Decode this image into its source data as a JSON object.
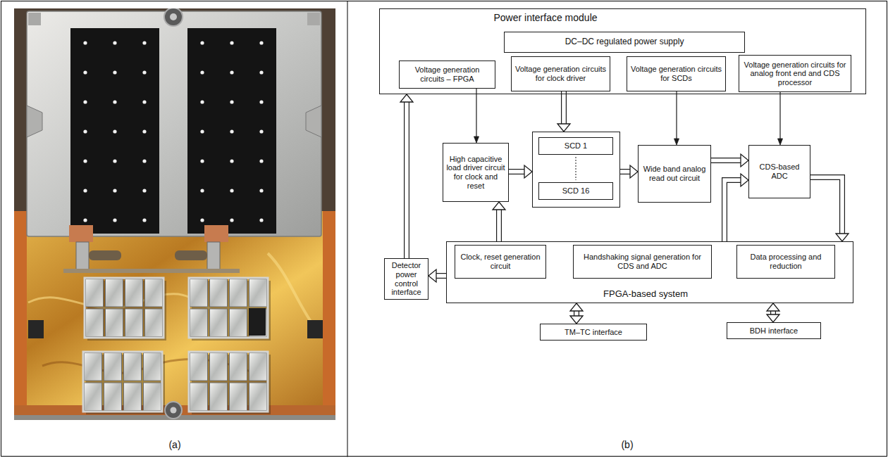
{
  "diagram": {
    "nodes": [
      {
        "text": [
          "Power interface module"
        ]
      },
      {
        "text": [
          "DC–DC regulated power supply"
        ],
        "in": 0
      },
      {
        "text": [
          "Voltage generation circuits – FPGA"
        ],
        "in": 0
      },
      {
        "text": [
          "Voltage generation circuits for clock driver"
        ],
        "in": 0
      },
      {
        "text": [
          "Voltage generation circuits for SCDs"
        ],
        "in": 0
      },
      {
        "text": [
          "Voltage generation circuits for analog front end and CDS processor"
        ],
        "in": 0
      },
      {
        "text": [
          "High capacitive load driver circuit for clock and reset"
        ]
      },
      {
        "text": []
      },
      {
        "text": [
          "SCD 1"
        ],
        "in": 7
      },
      {
        "text": [
          "SCD 16"
        ],
        "in": 7
      },
      {
        "text": [
          "Wide band analog read out circuit"
        ]
      },
      {
        "text": [
          "CDS-based ADC"
        ]
      },
      {
        "text": [
          "Detector power control interface"
        ]
      },
      {
        "text": [
          "FPGA-based system"
        ]
      },
      {
        "text": [
          "Clock, reset generation circuit"
        ],
        "in": 13
      },
      {
        "text": [
          "Handshaking signal generation for CDS and ADC"
        ],
        "in": 13
      },
      {
        "text": [
          "Data processing and reduction"
        ],
        "in": 13
      },
      {
        "text": [
          "TM–TC interface"
        ]
      },
      {
        "text": [
          "BDH interface"
        ]
      }
    ],
    "edges": [
      {
        "from": 12,
        "to": 0,
        "arrow": "to"
      },
      {
        "from": 13,
        "to": 12,
        "arrow": "to"
      },
      {
        "from": 2,
        "to": 6,
        "arrow": "to"
      },
      {
        "from": 3,
        "to": 7,
        "arrow": "to"
      },
      {
        "from": 4,
        "to": 10,
        "arrow": "to"
      },
      {
        "from": 5,
        "to": 11,
        "arrow": "to"
      },
      {
        "from": 6,
        "to": 7,
        "arrow": "to"
      },
      {
        "from": 7,
        "to": 10,
        "arrow": "to"
      },
      {
        "from": 10,
        "to": 11,
        "arrow": "to"
      },
      {
        "from": 13,
        "to": 11,
        "arrow": "to"
      },
      {
        "from": 11,
        "to": 13,
        "arrow": "to"
      },
      {
        "from": 13,
        "to": 6,
        "arrow": "to"
      },
      {
        "from": 17,
        "to": 13,
        "arrow": "both"
      },
      {
        "from": 18,
        "to": 13,
        "arrow": "both"
      }
    ],
    "labels": [
      "(a)",
      "(b)"
    ]
  }
}
